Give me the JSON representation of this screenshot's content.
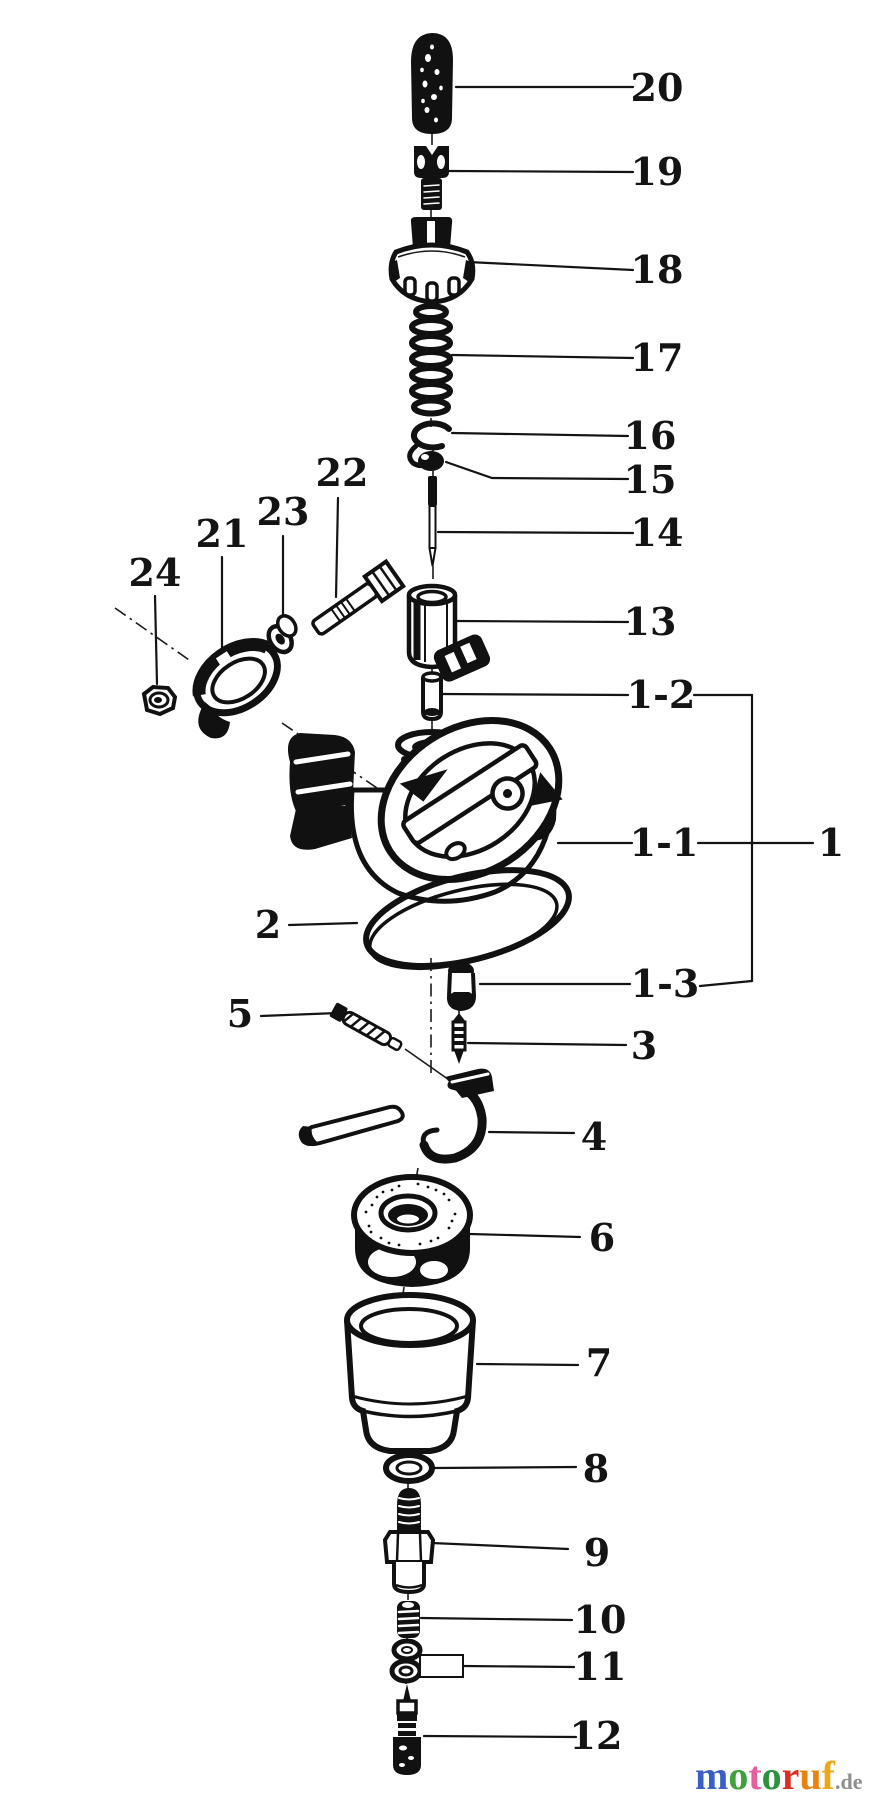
{
  "labels": {
    "p20": "20",
    "p19": "19",
    "p18": "18",
    "p17": "17",
    "p16": "16",
    "p15": "15",
    "p14": "14",
    "p13": "13",
    "p1_2": "1-2",
    "p1_1": "1-1",
    "p1": "1",
    "p1_3": "1-3",
    "p2": "2",
    "p3": "3",
    "p4": "4",
    "p5": "5",
    "p6": "6",
    "p7": "7",
    "p8": "8",
    "p9": "9",
    "p10": "10",
    "p11": "11",
    "p12": "12",
    "p21": "21",
    "p22": "22",
    "p23": "23",
    "p24": "24"
  },
  "watermark": {
    "letters": [
      {
        "char": "m",
        "color": "#3b5ec4"
      },
      {
        "char": "o",
        "color": "#3da23a"
      },
      {
        "char": "t",
        "color": "#e75f9f"
      },
      {
        "char": "o",
        "color": "#2e9140"
      },
      {
        "char": "r",
        "color": "#d93121"
      },
      {
        "char": "u",
        "color": "#e8840e"
      },
      {
        "char": "f",
        "color": "#eda812"
      }
    ],
    "suffix": ".de",
    "suffix_color": "#8f8f8f"
  }
}
